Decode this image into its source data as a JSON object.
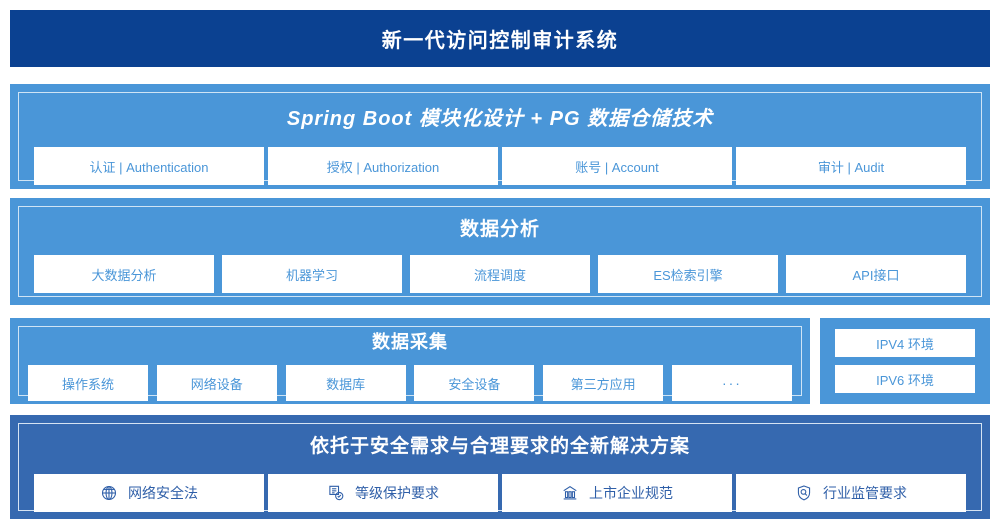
{
  "header": {
    "title": "新一代访问控制审计系统"
  },
  "sections": {
    "springboot": {
      "title": "Spring Boot 模块化设计 + PG 数据仓储技术",
      "cards": [
        {
          "label": "认证 | Authentication"
        },
        {
          "label": "授权 | Authorization"
        },
        {
          "label": "账号 | Account"
        },
        {
          "label": "审计 | Audit"
        }
      ]
    },
    "analysis": {
      "title": "数据分析",
      "cards": [
        {
          "label": "大数据分析"
        },
        {
          "label": "机器学习"
        },
        {
          "label": "流程调度"
        },
        {
          "label": "ES检索引擎"
        },
        {
          "label": "API接口"
        }
      ]
    },
    "collection": {
      "title": "数据采集",
      "cards": [
        {
          "label": "操作系统"
        },
        {
          "label": "网络设备"
        },
        {
          "label": "数据库"
        },
        {
          "label": "安全设备"
        },
        {
          "label": "第三方应用"
        },
        {
          "label": "···"
        }
      ]
    },
    "ipv": {
      "cards": [
        {
          "label": "IPV4 环境"
        },
        {
          "label": "IPV6 环境"
        }
      ]
    },
    "solution": {
      "title": "依托于安全需求与合理要求的全新解决方案",
      "cards": [
        {
          "label": "网络安全法",
          "icon": "globe-icon"
        },
        {
          "label": "等级保护要求",
          "icon": "document-check-icon"
        },
        {
          "label": "上市企业规范",
          "icon": "bank-icon"
        },
        {
          "label": "行业监管要求",
          "icon": "shield-search-icon"
        }
      ]
    }
  },
  "colors": {
    "header_bg": "#0b4191",
    "panel_bg": "#4a96d8",
    "solution_bg": "#3669b0",
    "card_bg": "#ffffff",
    "card_text": "#4a96d8",
    "solution_card_text": "#2f5fa8"
  }
}
